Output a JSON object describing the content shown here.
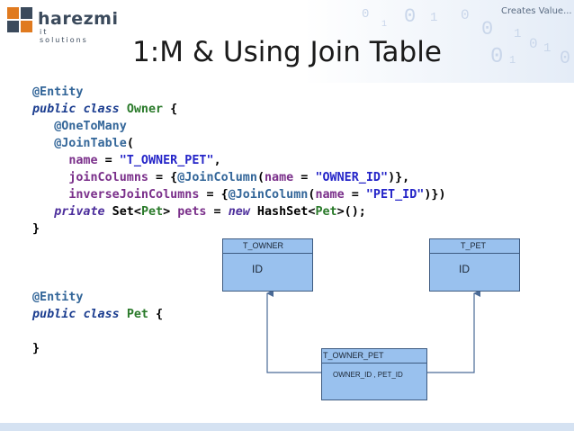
{
  "logo": {
    "word": "harezmi",
    "sub": "it solutions"
  },
  "tagline": "Creates Value...",
  "title": "1:M & Using Join Table",
  "decor_digits": [
    "0",
    "1",
    "0",
    "1",
    "0",
    "0",
    "1",
    "0",
    "1",
    "0",
    "1",
    "0"
  ],
  "code": {
    "l1": {
      "a": "@Entity"
    },
    "l2": {
      "kw1": "public",
      "kw2": "class",
      "type": "Owner",
      "rest": " {"
    },
    "l3": {
      "a": "@OneToMany"
    },
    "l4": {
      "a": "@JoinTable",
      "rest": "("
    },
    "l5": {
      "attr": "name",
      "eq": " = ",
      "val": "\"T_OWNER_PET\"",
      "rest": ","
    },
    "l6": {
      "attr": "joinColumns",
      "eq": " = {",
      "a": "@JoinColumn",
      "p": "(",
      "attr2": "name",
      "eq2": " = ",
      "val": "\"OWNER_ID\"",
      "rest": ")},"
    },
    "l7": {
      "attr": "inverseJoinColumns",
      "eq": " = {",
      "a": "@JoinColumn",
      "p": "(",
      "attr2": "name",
      "eq2": " = ",
      "val": "\"PET_ID\"",
      "rest": ")})"
    },
    "l8": {
      "kw": "private",
      "t1": " Set<",
      "t2": "Pet",
      "t3": ">",
      "field": " pets",
      "eq": " = ",
      "kw2": "new",
      "t4": " HashSet<",
      "t5": "Pet",
      "t6": ">();"
    },
    "l9": {
      "rest": "}"
    },
    "l10": {
      "a": "@Entity"
    },
    "l11": {
      "kw1": "public",
      "kw2": "class",
      "type": "Pet",
      "rest": " {"
    },
    "l12": {
      "rest": "}"
    }
  },
  "diagram": {
    "owner": {
      "header": "T_OWNER",
      "field": "ID"
    },
    "pet": {
      "header": "T_PET",
      "field": "ID"
    },
    "join": {
      "header": "T_OWNER_PET",
      "fields": "OWNER_ID , PET_ID"
    }
  },
  "colors": {
    "box_fill": "#99c1ee",
    "box_border": "#3d5a80",
    "footer": "#d5e2f2"
  }
}
